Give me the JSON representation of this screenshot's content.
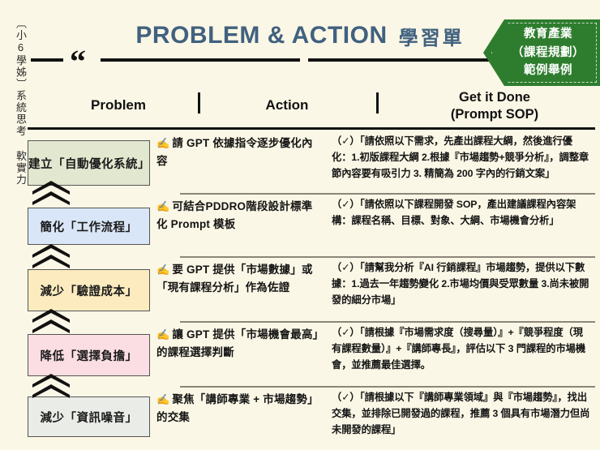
{
  "side_label": "〔小6學姊〕系統思考 軟實力",
  "header": {
    "title_en": "PROBLEM & ACTION",
    "title_zh": "學習單",
    "quote_mark": "“"
  },
  "badge": {
    "line1": "教育產業",
    "line2": "（課程規劃）",
    "line3": "範例舉例",
    "color": "#2e7d2e"
  },
  "columns": {
    "problem": "Problem",
    "action": "Action",
    "done_line1": "Get it Done",
    "done_line2": "(Prompt SOP)"
  },
  "accent_title": "#41617f",
  "rows": [
    {
      "problem": "建立「自動優化系統」",
      "problem_bg": "#e2e7cf",
      "action": "請 GPT 依據指令逐步優化內容",
      "action_icon": "✍️",
      "sop": "（✓）「請依照以下需求，先產出課程大綱，然後進行優化：1.初版課程大綱 2.根據『市場趨勢+競爭分析』，調整章節內容要有吸引力 3. 精簡為 200 字內的行銷文案」"
    },
    {
      "problem": "簡化「工作流程」",
      "problem_bg": "#d9e6f7",
      "action": "可結合PDDRO階段設計標準化 Prompt 模板",
      "action_icon": "✍️",
      "sop": "（✓）「請依照以下課程開發 SOP，產出建議課程內容架構：課程名稱、目標、對象、大綱、市場機會分析」"
    },
    {
      "problem": "減少「驗證成本」",
      "problem_bg": "#fcebbf",
      "action": "要 GPT 提供「市場數據」或「現有課程分析」作為佐證",
      "action_icon": "✍️",
      "sop": "（✓）「請幫我分析『AI 行銷課程』市場趨勢，提供以下數據：1.過去一年趨勢變化 2.市場均價與受眾數量 3.尚未被開發的細分市場」"
    },
    {
      "problem": "降低「選擇負擔」",
      "problem_bg": "#fbdde4",
      "action": "讓 GPT 提供「市場機會最高」的課程選擇判斷",
      "action_icon": "✍️",
      "sop": "（✓）「請根據『市場需求度（搜尋量）』+『競爭程度（現有課程數量）』+『講師專長』，評估以下 3 門課程的市場機會，並推薦最佳選擇。"
    },
    {
      "problem": "減少「資訊噪音」",
      "problem_bg": "#e9ece7",
      "action": "聚焦「講師專業 + 市場趨勢」的交集",
      "action_icon": "✍️",
      "sop": "（✓）「請根據以下『講師專業領域』與『市場趨勢』，找出交集，並排除已開發過的課程，推薦 3 個具有市場潛力但尚未開發的課程」"
    }
  ]
}
